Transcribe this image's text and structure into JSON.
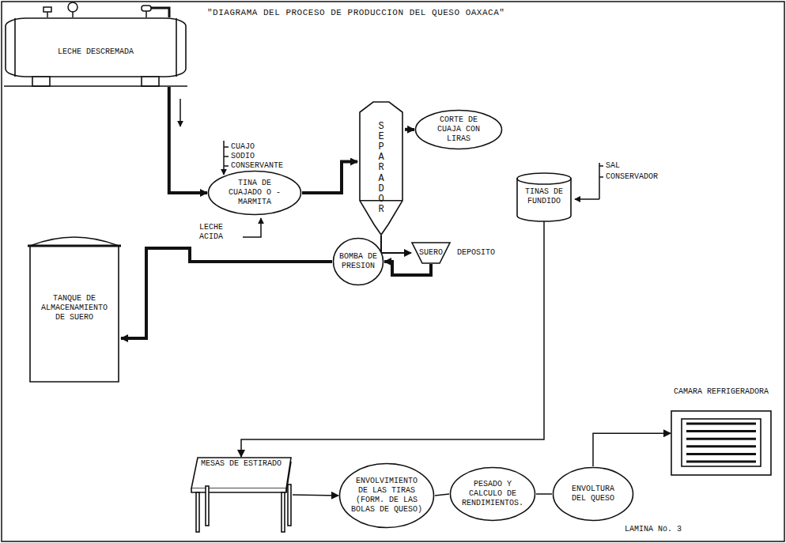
{
  "diagram": {
    "title": "\"DIAGRAMA DEL PROCESO DE PRODUCCION DEL QUESO OAXACA\"",
    "nodes": [
      {
        "text": [
          "LECHE DESCREMADA"
        ]
      },
      {
        "text": [
          "TINA DE CUAJADO O - MARMITA"
        ]
      },
      {
        "text": [
          "SEPARADOR"
        ]
      },
      {
        "text": [
          "CORTE DE CUAJA CON LIRAS"
        ]
      },
      {
        "text": [
          "SUERO",
          "DEPOSITO"
        ]
      },
      {
        "text": [
          "BOMBA DE PRESION"
        ]
      },
      {
        "text": [
          "TANQUE DE ALMACENAMIENTO DE SUERO"
        ]
      },
      {
        "text": [
          "TINAS DE FUNDIDO"
        ]
      },
      {
        "text": [
          "MESAS DE ESTIRADO"
        ]
      },
      {
        "text": [
          "ENVOLVIMIENTO DE LAS TIRAS (FORM. DE LAS BOLAS DE QUESO)"
        ]
      },
      {
        "text": [
          "PESADO Y CALCULO DE RENDIMIENTOS."
        ]
      },
      {
        "text": [
          "ENVOLTURA DEL QUESO"
        ]
      },
      {
        "text": [
          "CAMARA REFRIGERADORA"
        ]
      }
    ],
    "edges": [
      {
        "from": 0,
        "to": 1,
        "arrow": "to"
      },
      {
        "from": 1,
        "to": 2,
        "arrow": "to"
      },
      {
        "from": 2,
        "to": 3,
        "arrow": "to"
      },
      {
        "from": 2,
        "to": 4,
        "arrow": "to"
      },
      {
        "from": 4,
        "to": 5,
        "arrow": "to"
      },
      {
        "from": 5,
        "to": 6,
        "arrow": "to"
      },
      {
        "from": 7,
        "to": 8,
        "arrow": "to"
      },
      {
        "from": 8,
        "to": 9,
        "arrow": "to"
      },
      {
        "from": 9,
        "to": 10,
        "arrow": "none"
      },
      {
        "from": 10,
        "to": 11,
        "arrow": "none"
      },
      {
        "from": 11,
        "to": 12,
        "arrow": "to"
      }
    ],
    "labels": [
      "CUAJO",
      "SODIO",
      "CONSERVANTE",
      "LECHE ACIDA",
      "SAL",
      "CONSERVADOR",
      "LAMINA No. 3"
    ]
  }
}
